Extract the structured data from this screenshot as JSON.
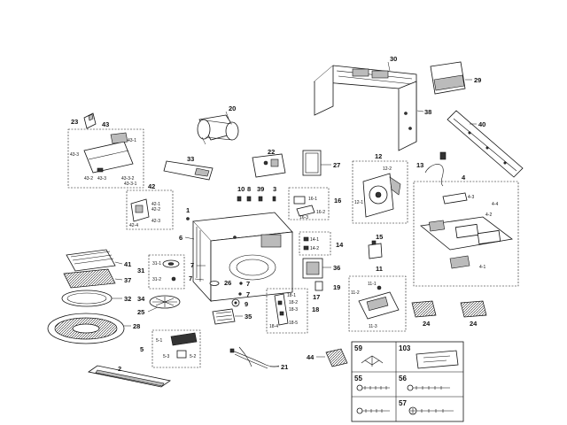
{
  "labels": {
    "l30": "30",
    "l29": "29",
    "l38": "38",
    "l40": "40",
    "l23": "23",
    "l43": "43",
    "l43_1": "43-1",
    "l43_3": "43-3",
    "l43_2": "43-2",
    "l43_3b": "43-3",
    "l43_3_1": "43-3-1",
    "l43_3_2": "43-3-2",
    "l20": "20",
    "l22": "22",
    "l33": "33",
    "l27": "27",
    "l12": "12",
    "l12_2": "12-2",
    "l12_1": "12-1",
    "l13": "13",
    "l4": "4",
    "l4_3": "4-3",
    "l4_4": "4-4",
    "l4_2": "4-2",
    "l4_1": "4-1",
    "l42": "42",
    "l42_1": "42-1",
    "l42_2": "42-2",
    "l42_3": "42-3",
    "l42_4": "42-4",
    "l1": "1",
    "l10": "10",
    "l8": "8",
    "l39": "39",
    "l3": "3",
    "l16": "16",
    "l16_1": "16-1",
    "l16_2": "16-2",
    "l16_3": "16-3",
    "l6": "6",
    "l14": "14",
    "l14_1": "14-1",
    "l14_2": "14-2",
    "l15": "15",
    "l11": "11",
    "l11_1": "11-1",
    "l11_2": "11-2",
    "l11_3": "11-3",
    "l41": "41",
    "l37": "37",
    "l31": "31",
    "l31_1": "31-1",
    "l31_2": "31-2",
    "l7a": "7",
    "l7b": "7",
    "l7c": "7",
    "l7d": "7",
    "l26": "26",
    "l9": "9",
    "l36": "36",
    "l19": "19",
    "l17": "17",
    "l18": "18",
    "l18_1": "18-1",
    "l18_2": "18-2",
    "l18_3": "18-3",
    "l18_4": "18-4",
    "l18_5": "18-5",
    "l32": "32",
    "l34": "34",
    "l25": "25",
    "l35": "35",
    "l28": "28",
    "l24a": "24",
    "l24b": "24",
    "l5": "5",
    "l5_1": "5-1",
    "l5_2": "5-2",
    "l5_3": "5-3",
    "l2": "2",
    "l21": "21",
    "l44": "44"
  },
  "fastener_table": {
    "cells": [
      "59",
      "103",
      "55",
      "56",
      "57"
    ]
  }
}
